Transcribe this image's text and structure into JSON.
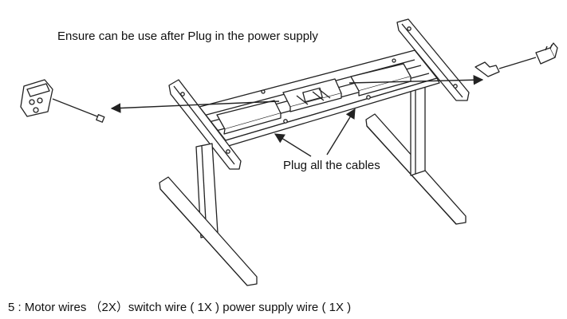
{
  "notes": {
    "top": "Ensure can be use after Plug in the power supply",
    "middle": "Plug all the cables"
  },
  "caption": "5 : Motor wires （2X）switch wire ( 1X ) power supply wire ( 1X )",
  "colors": {
    "line": "#222222",
    "fill": "#ffffff"
  }
}
